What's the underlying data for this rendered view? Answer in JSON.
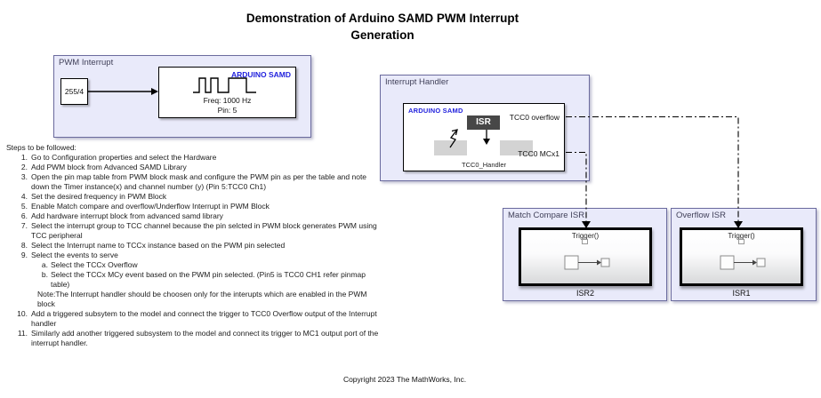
{
  "title": {
    "line1": "Demonstration of Arduino SAMD PWM Interrupt",
    "line2": "Generation"
  },
  "pwm_area": {
    "label": "PWM Interrupt",
    "constant_value": "255/4",
    "pwm_block": {
      "brand": "ARDUINO SAMD",
      "freq": "Freq: 1000 Hz",
      "pin": "Pin: 5"
    }
  },
  "interrupt_handler": {
    "label": "Interrupt Handler",
    "brand": "ARDUINO SAMD",
    "isr": "ISR",
    "output_top": "TCC0 overflow",
    "output_bottom": "TCC0 MCx1",
    "name": "TCC0_Handler"
  },
  "match_compare_isr": {
    "label": "Match Compare ISR",
    "trigger": "Trigger()",
    "name": "ISR2"
  },
  "overflow_isr": {
    "label": "Overflow ISR",
    "trigger": "Trigger()",
    "name": "ISR1"
  },
  "steps": {
    "heading": "Steps to be followed:",
    "items": [
      {
        "marker": "1.",
        "text": "Go to Configuration properties and select the Hardware"
      },
      {
        "marker": "2.",
        "text": "Add PWM block from Advanced SAMD Library"
      },
      {
        "marker": "3.",
        "text": "Open the pin map table from PWM block mask and configure the PWM pin as per the table and note down the Timer instance(x) and channel number (y) (Pin 5:TCC0 Ch1)"
      },
      {
        "marker": "4.",
        "text": "Set the desired frequency in PWM Block"
      },
      {
        "marker": "5.",
        "text": "Enable Match compare and overflow/Underflow Interrupt in PWM Block"
      },
      {
        "marker": "6.",
        "text": "Add hardware interrupt block from advanced samd library"
      },
      {
        "marker": "7.",
        "text": "Select the interrupt group to TCC channel because the pin selcted in PWM block generates PWM using TCC peripheral"
      },
      {
        "marker": "8.",
        "text": "Select the Interrupt name to TCCx instance based on the PWM pin selected"
      },
      {
        "marker": "9.",
        "text": "Select the events to serve"
      },
      {
        "marker": "a.",
        "text": "Select the TCCx Overflow"
      },
      {
        "marker": "b.",
        "text": "Select the TCCx MCy event based on the PWM pin selected. (Pin5 is TCC0 CH1 refer pinmap table)"
      },
      {
        "marker": "",
        "text": "Note:The Interrupt handler should be choosen only for the interupts which are enabled in the PWM block"
      },
      {
        "marker": "10.",
        "text": "Add a triggered subsytem to the model and connect the trigger to TCC0 Overflow output of the Interrupt handler"
      },
      {
        "marker": "11.",
        "text": "Similarly add another triggered subsystem to the model and connect its trigger to MC1 output port of the interrupt handler."
      }
    ]
  },
  "footer": {
    "copyright": "Copyright 2023 The MathWorks, Inc."
  },
  "icons": {
    "pwm_waveform": "square-wave-icon",
    "interrupt": "lightning-arrow-icon",
    "trigger_port": "trigger-square-icon"
  },
  "colors": {
    "area_fill": "#e9eafa",
    "area_border": "#6b6b9e",
    "brand_blue": "#2222dd",
    "isr_box": "#474747",
    "gray_box": "#d3d3d3"
  }
}
